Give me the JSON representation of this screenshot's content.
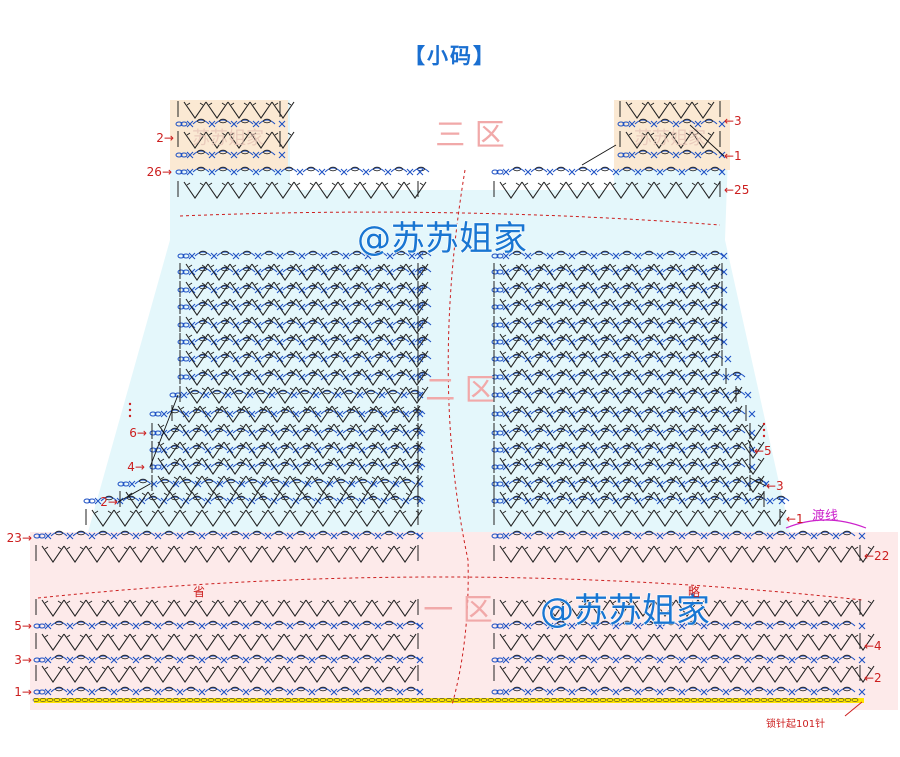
{
  "title": "【小码】",
  "zones": {
    "zone3": "三 区",
    "zone2": "二 区",
    "zone1": "一 区"
  },
  "watermark": "@苏苏姐家",
  "watermark_ghost": "苏苏姐家",
  "labels": {
    "sheng": "省",
    "lue": "略",
    "duxian": "渡线",
    "chain_note": "锁针起101针"
  },
  "row_numbers_left": [
    "1",
    "3",
    "5",
    "23",
    "2",
    "4",
    "6",
    "26",
    "2"
  ],
  "row_numbers_right": [
    "2",
    "4",
    "22",
    "1",
    "3",
    "5",
    "25",
    "1",
    "3"
  ],
  "colors": {
    "zone_top": "#e4f7fb",
    "zone_bottom": "#fdeaea",
    "shoulder": "#fbe9d3",
    "chain_base": "#ffe600",
    "arrow_red": "#cc1e1e",
    "symbol_dark": "#222222",
    "symbol_blue": "#1f52c4",
    "watermark": "#1976d2",
    "zone_text": "#f1a9a9",
    "duxian": "#cc22cc"
  }
}
